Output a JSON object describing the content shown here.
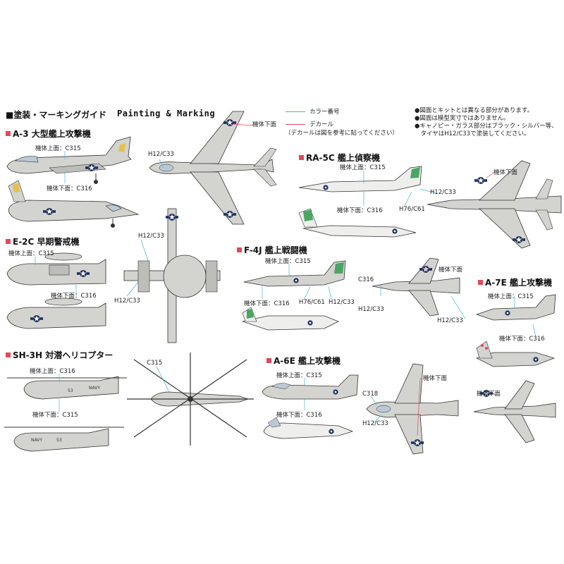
{
  "header": {
    "title_jp": "■塗装・マーキングガイド",
    "title_en": "Painting & Marking"
  },
  "legend": {
    "items": [
      {
        "label": "カラー番号",
        "color": "#3fb6d9"
      },
      {
        "label": "デカール",
        "color": "#e2475a"
      }
    ],
    "decal_note": "（デカールは図を参考に貼ってください）"
  },
  "notes": [
    "●図面とキットとは異なる部分があります。",
    "●図面は模型実寸ではありません。",
    "●キャノピー・ガラス部分はブラック・シルバー等、",
    "　タイヤはH12/C33で塗装してください。"
  ],
  "colors": {
    "accent": "#e2475a",
    "color_line": "#3fb6d9",
    "aircraft_grey": "#c9c9c5",
    "aircraft_white": "#f3f3f1"
  },
  "sections": {
    "a3": {
      "title": "A-3 大型艦上攻撃機"
    },
    "ra5c": {
      "title": "RA-5C 艦上偵察機"
    },
    "e2c": {
      "title": "E-2C 早期警戒機"
    },
    "f4j": {
      "title": "F-4J 艦上戦闘機"
    },
    "a7e": {
      "title": "A-7E 艦上攻撃機"
    },
    "sh3h": {
      "title": "SH-3H 対潜ヘリコプター"
    },
    "a6e": {
      "title": "A-6E 艦上攻撃機"
    }
  },
  "labels": {
    "a3_upper": "機体上面：C315",
    "a3_lower": "機体下面：C316",
    "a3_h12": "H12/C33",
    "a3_decal": "機体下面",
    "ra5c_upper": "機体上面：C315",
    "ra5c_h12": "H12/C33",
    "ra5c_lower": "機体下面：C316",
    "ra5c_h76": "H76/C61",
    "ra5c_decal": "機体下面",
    "e2c_upper": "機体上面：C315",
    "e2c_lower": "機体下面：C316",
    "e2c_h12a": "H12/C33",
    "e2c_h12b": "H12/C33",
    "f4j_upper": "機体上面：C315",
    "f4j_lower": "機体下面：C316",
    "f4j_h76": "H76/C61",
    "f4j_h12": "H12/C33",
    "f4j_c316": "C316",
    "f4j_h12b": "H12/C33",
    "f4j_h12c": "H12/C33",
    "f4j_decal": "機体下面",
    "a7e_upper": "機体上面：C315",
    "a7e_lower": "機体下面：C316",
    "a7e_decal": "機体下面",
    "sh3h_upper": "機体上面：C316",
    "sh3h_lower": "機体下面：C315",
    "sh3h_c315": "C315",
    "a6e_upper": "機体上面：C315",
    "a6e_lower": "機体下面：C316",
    "a6e_c318": "C318",
    "a6e_h12": "H12/C33",
    "a6e_decal": "機体下面"
  },
  "markings": {
    "navy1": "NAVY",
    "navy2": "NAVY",
    "num1": "53",
    "num2": "53"
  }
}
